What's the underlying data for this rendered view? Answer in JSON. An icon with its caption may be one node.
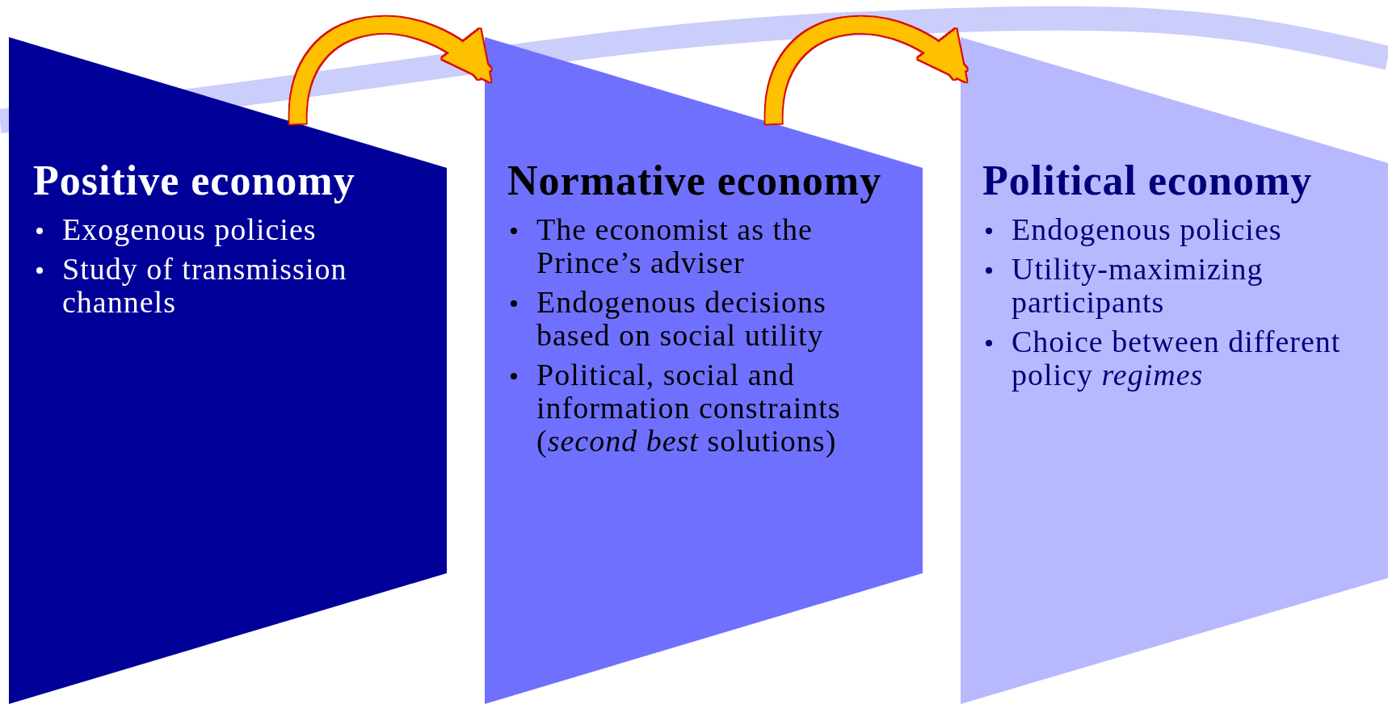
{
  "diagram": {
    "nodes": [
      {
        "text": [
          "Positive economy",
          "Exogenous policies",
          "Study of transmission channels"
        ]
      },
      {
        "text": [
          "Normative economy",
          "The economist as the Prince’s adviser",
          "Endogenous decisions based on social utility",
          "Political, social and information constraints (*second best* solutions)"
        ]
      },
      {
        "text": [
          "Political economy",
          "Endogenous policies",
          "Utility-maximizing participants",
          "Choice between different policy *regimes*"
        ]
      }
    ],
    "edges": [
      {
        "from": 0,
        "to": 1,
        "arrow": "to",
        "color": "#ffc000"
      },
      {
        "from": 1,
        "to": 2,
        "arrow": "to",
        "color": "#ffc000"
      }
    ]
  }
}
